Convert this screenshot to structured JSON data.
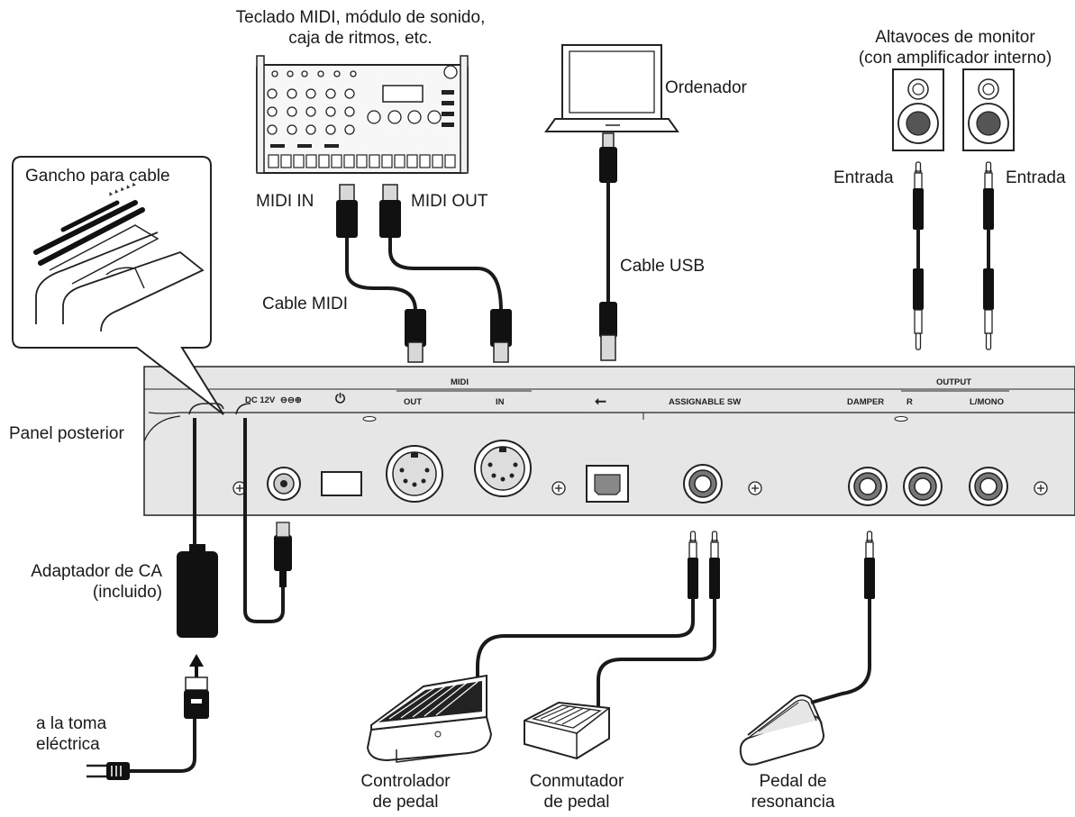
{
  "labels": {
    "midi_device": [
      "Teclado MIDI, módulo de sonido,",
      "caja de ritmos, etc."
    ],
    "computer": "Ordenador",
    "speakers": [
      "Altavoces de monitor",
      "(con amplificador interno)"
    ],
    "input_left": "Entrada",
    "input_right": "Entrada",
    "cable_hook": "Gancho para cable",
    "midi_in": "MIDI IN",
    "midi_out": "MIDI OUT",
    "cable_midi": "Cable MIDI",
    "cable_usb": "Cable USB",
    "rear_panel": "Panel posterior",
    "ac_adapter": [
      "Adaptador de CA",
      "(incluido)"
    ],
    "outlet": [
      "a la toma",
      "eléctrica"
    ],
    "expression_pedal": [
      "Controlador",
      "de pedal"
    ],
    "footswitch": [
      "Conmutador",
      "de pedal"
    ],
    "damper_pedal": [
      "Pedal de",
      "resonancia"
    ]
  },
  "panel": {
    "dc": "DC 12V",
    "dc_symbol": "⊖⊖⊕",
    "power_symbol": "⏻",
    "midi": "MIDI",
    "midi_out": "OUT",
    "midi_in": "IN",
    "usb_symbol": "⭠",
    "assignable": "ASSIGNABLE SW",
    "damper": "DAMPER",
    "output": "OUTPUT",
    "output_r": "R",
    "output_l": "L/MONO"
  },
  "colors": {
    "line": "#1a1a1a",
    "panel": "#e6e6e6",
    "connector": "#d8d8d8"
  }
}
